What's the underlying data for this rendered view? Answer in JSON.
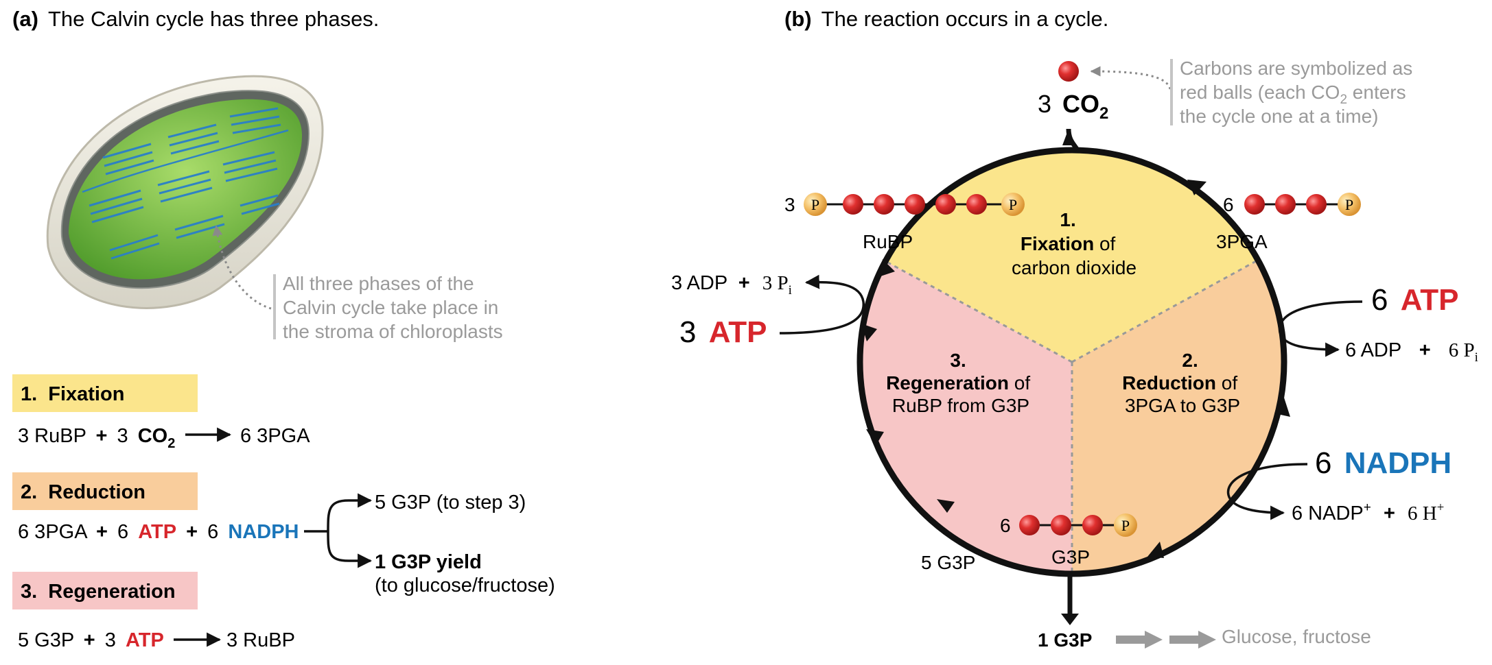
{
  "panel_a": {
    "label": "(a)",
    "title": "The Calvin cycle has three phases.",
    "stroma_note": [
      "All three phases of the",
      "Calvin cycle take place in",
      "the stroma of chloroplasts"
    ],
    "phases": [
      {
        "number": "1.",
        "name": "Fixation",
        "color": "#fbe58c"
      },
      {
        "number": "2.",
        "name": "Reduction",
        "color": "#f9cd9c"
      },
      {
        "number": "3.",
        "name": "Regeneration",
        "color": "#f7c6c6"
      }
    ],
    "eq1": {
      "a": "3 RuBP",
      "plus": "+",
      "b": "3",
      "co2": "CO",
      "co2_sub": "2",
      "product": "6 3PGA"
    },
    "eq2": {
      "a": "6 3PGA",
      "plus1": "+",
      "b": "6",
      "atp": "ATP",
      "plus2": "+",
      "c": "6",
      "nadph": "NADPH",
      "out1": "5 G3P (to step 3)",
      "out2_bold": "1 G3P yield",
      "out2": "(to glucose/fructose)"
    },
    "eq3": {
      "a": "5 G3P",
      "plus": "+",
      "b": "3",
      "atp": "ATP",
      "product": "3 RuBP"
    }
  },
  "panel_b": {
    "label": "(b)",
    "title": "The reaction occurs in a cycle.",
    "co2": {
      "count": "3",
      "formula": "CO",
      "sub": "2"
    },
    "carbon_note": {
      "l1": "Carbons are symbolized as",
      "l2a": "red balls (each CO",
      "l2sub": "2",
      "l2b": " enters",
      "l3": "the cycle one at a time)"
    },
    "sectors": {
      "s1": {
        "num": "1.",
        "bold": "Fixation",
        "rest": " of",
        "line2": "carbon dioxide"
      },
      "s2": {
        "num": "2.",
        "bold": "Reduction",
        "rest": " of",
        "line2": "3PGA to G3P"
      },
      "s3": {
        "num": "3.",
        "bold": "Regeneration",
        "rest": " of",
        "line2": "RuBP from G3P"
      }
    },
    "molecules": {
      "rubp": {
        "count": "3",
        "label": "RuBP",
        "p": "P"
      },
      "pga": {
        "count": "6",
        "label": "3PGA",
        "p": "P"
      },
      "g3p": {
        "count": "6",
        "label": "G3P",
        "p": "P"
      }
    },
    "atp_right": {
      "count": "6",
      "atp": "ATP",
      "adp": "6 ADP",
      "plus": "+",
      "pi": "6 P",
      "pi_sub": "i"
    },
    "nadph": {
      "count": "6",
      "name": "NADPH",
      "nadp": "6 NADP",
      "plus_sup": "+",
      "plus": "+",
      "h": "6 H",
      "h_sup": "+"
    },
    "atp_left": {
      "count": "3",
      "atp": "ATP",
      "adp": "3 ADP",
      "plus": "+",
      "pi": "3 P",
      "pi_sub": "i"
    },
    "g3p_out": {
      "five": "5 G3P",
      "yield": "1 G3P",
      "product": "Glucose, fructose"
    }
  },
  "colors": {
    "atp": "#d7262c",
    "nadph": "#1a75b9",
    "gray_text": "#9a9a9a",
    "carbon": "#d62b2b",
    "phosphate": "#f2b84b"
  }
}
